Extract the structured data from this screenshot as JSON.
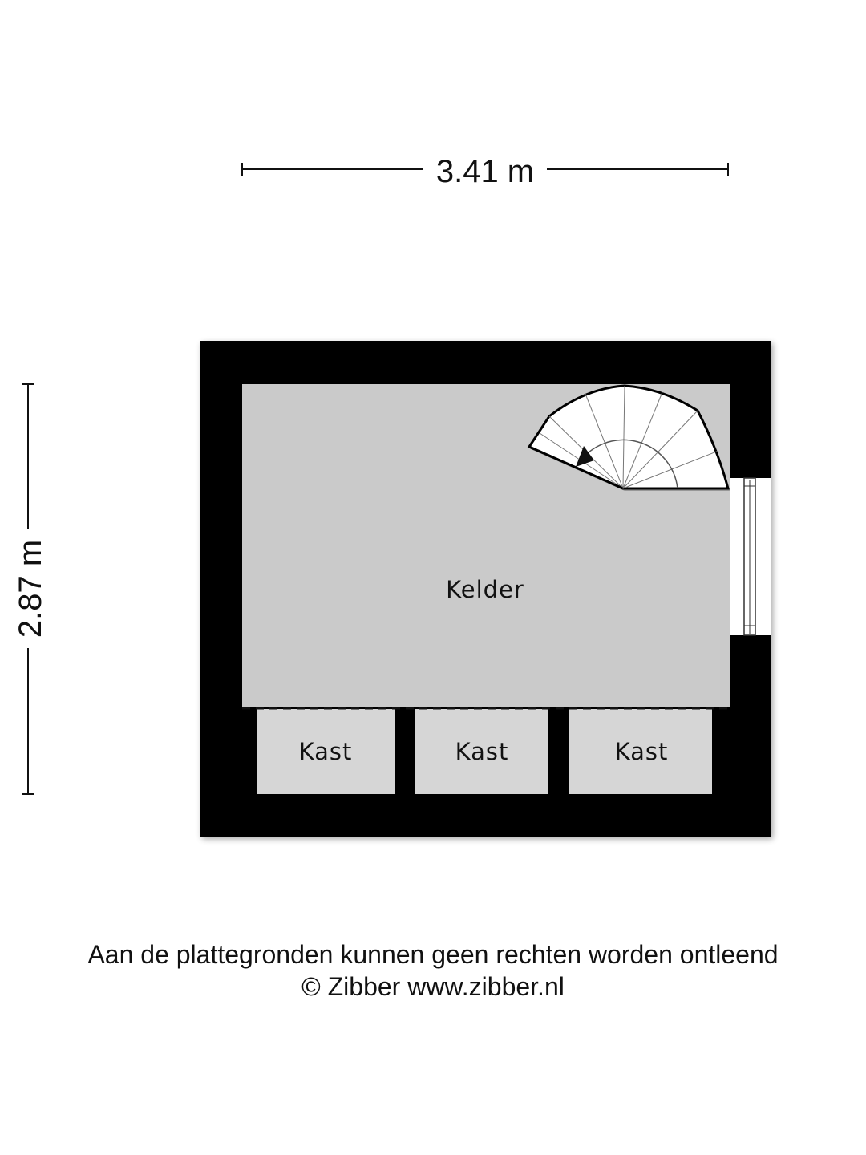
{
  "dimensions": {
    "width": "3.41 m",
    "height": "2.87 m"
  },
  "rooms": {
    "main": "Kelder",
    "closets": [
      "Kast",
      "Kast",
      "Kast"
    ]
  },
  "footer": {
    "disclaimer": "Aan de plattegronden kunnen geen rechten worden ontleend",
    "credit": "© Zibber www.zibber.nl"
  },
  "colors": {
    "wall": "#000000",
    "floor": "#cacaca",
    "stair": "#ffffff"
  },
  "icons": [
    "spiral-staircase-icon",
    "window-icon",
    "direction-arrow-icon"
  ]
}
